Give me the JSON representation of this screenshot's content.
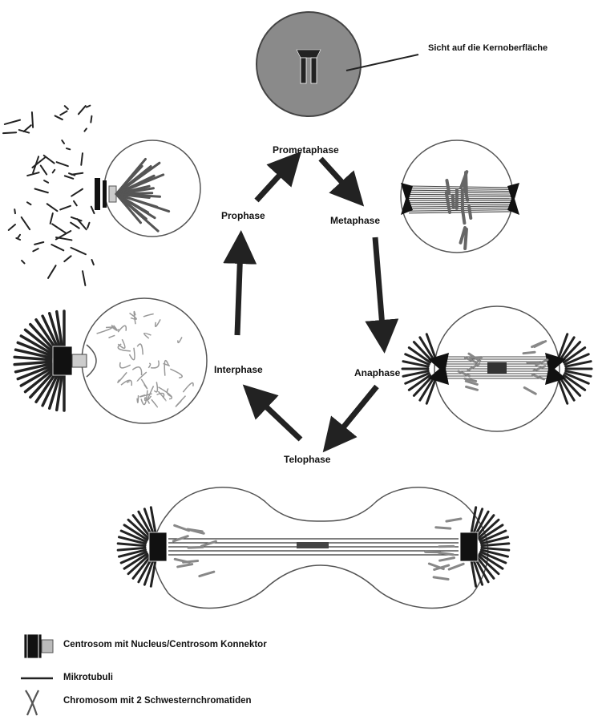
{
  "phases": {
    "prometaphase": "Prometaphase",
    "metaphase": "Metaphase",
    "anaphase": "Anaphase",
    "telophase": "Telophase",
    "interphase": "Interphase",
    "prophase": "Prophase"
  },
  "annotation": "Sicht auf die Kernoberfläche",
  "legend": {
    "centrosome": "Centrosom mit Nucleus/Centrosom  Konnektor",
    "microtubules": "Mikrotubuli",
    "chromosome": "Chromosom  mit 2 Schwesternchromatiden"
  },
  "colors": {
    "nucleus_fill": "#888888",
    "outline": "#555555",
    "arrow": "#222222",
    "chromatin": "#aaaaaa"
  }
}
